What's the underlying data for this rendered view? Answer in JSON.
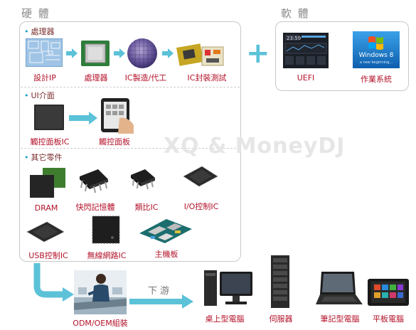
{
  "hardware_title": "硬 體",
  "software_title": "軟 體",
  "plus_sign": "+",
  "watermark": "XQ & MoneyDJ",
  "sections": {
    "processor": {
      "title": "處理器",
      "items": [
        "設計IP",
        "處理器",
        "IC製造/代工",
        "IC封裝測試"
      ]
    },
    "ui": {
      "title": "UI介面",
      "items": [
        "觸控面板IC",
        "觸控面板"
      ]
    },
    "other": {
      "title": "其它零件",
      "items": [
        "DRAM",
        "快閃記憶體",
        "類比IC",
        "I/O控制IC",
        "USB控制IC",
        "無線網路IC",
        "主機板"
      ]
    }
  },
  "software": {
    "items": [
      "UEFI",
      "作業系統"
    ],
    "win8_text": "Windows 8",
    "win8_sub": "a new beginning..."
  },
  "downstream": {
    "label": "下 游",
    "source": "ODM/OEM組裝",
    "items": [
      "桌上型電腦",
      "伺服器",
      "筆記型電腦",
      "平板電腦"
    ]
  },
  "colors": {
    "arrow": "#5bc2d8",
    "label": "#b3122a",
    "border": "#c8c8c8",
    "plus": "#5bc2d8"
  }
}
